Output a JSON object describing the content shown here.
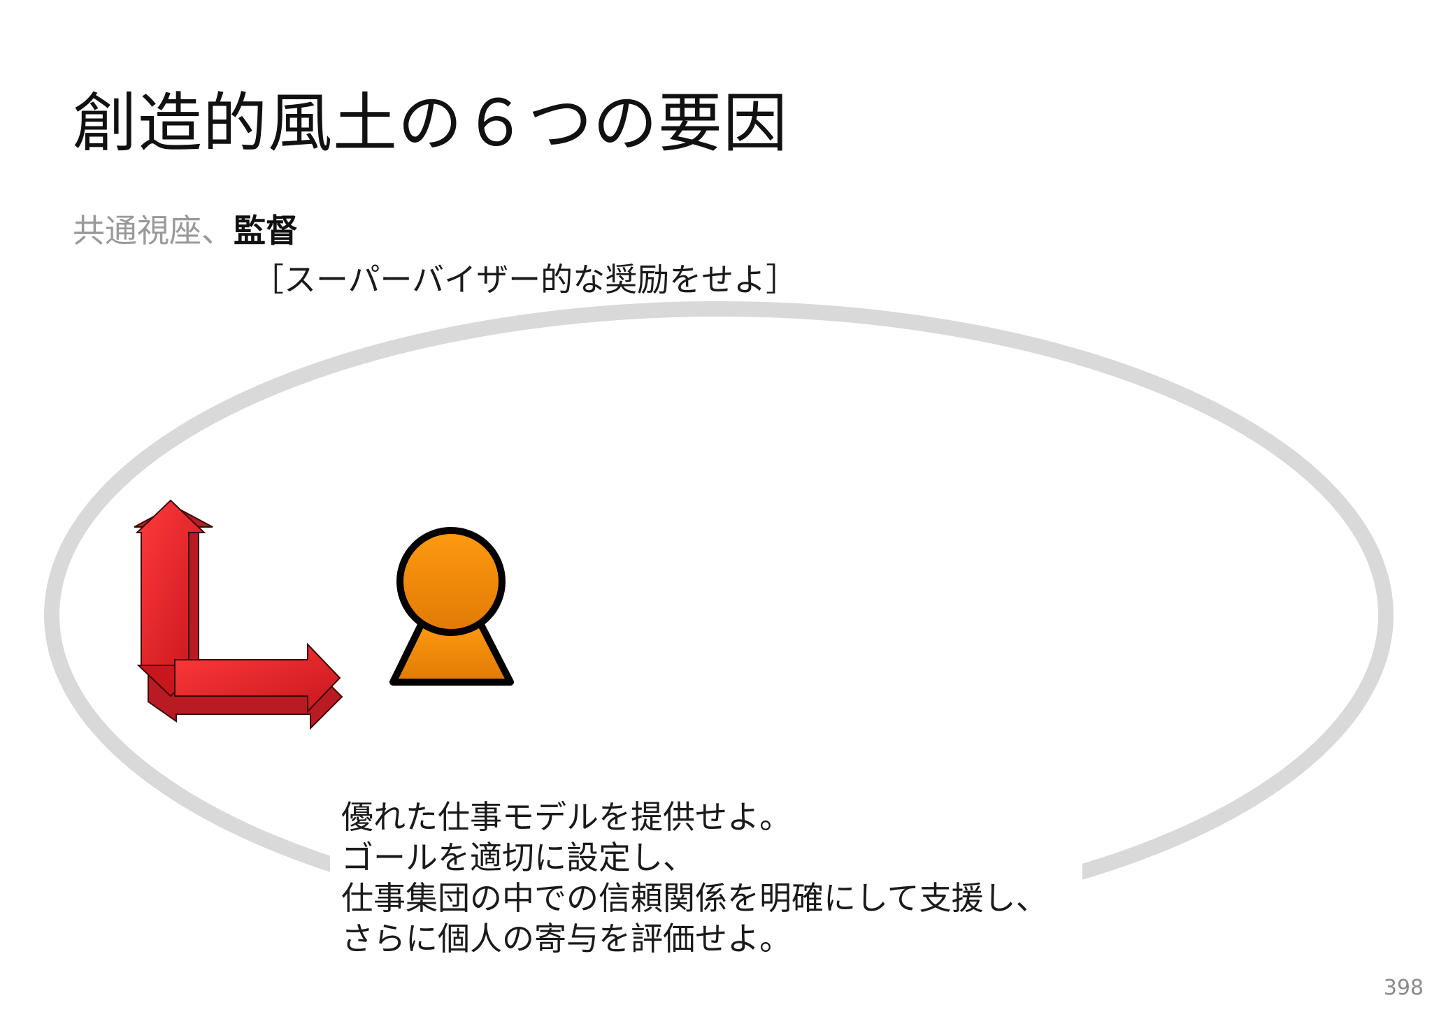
{
  "slide": {
    "title": "創造的風土の６つの要因",
    "subtitle_muted": "共通視座、",
    "subtitle_strong": "監督",
    "tagline": "［スーパーバイザー的な奨励をせよ］",
    "body_lines": [
      "優れた仕事モデルを提供せよ。",
      "ゴールを適切に設定し、",
      "仕事集団の中での信頼関係を明確にして支援し、",
      "さらに個人の寄与を評価せよ。"
    ],
    "page_number": "398"
  },
  "icons": {
    "arrows": "axis-arrows-icon",
    "person": "person-icon"
  },
  "colors": {
    "ellipse": "#d9d9d9",
    "arrow_red": "#e8262f",
    "arrow_shadow": "#b81c22",
    "person_orange": "#f38a0c",
    "person_outline": "#000000",
    "muted_text": "#9a9a9a"
  }
}
